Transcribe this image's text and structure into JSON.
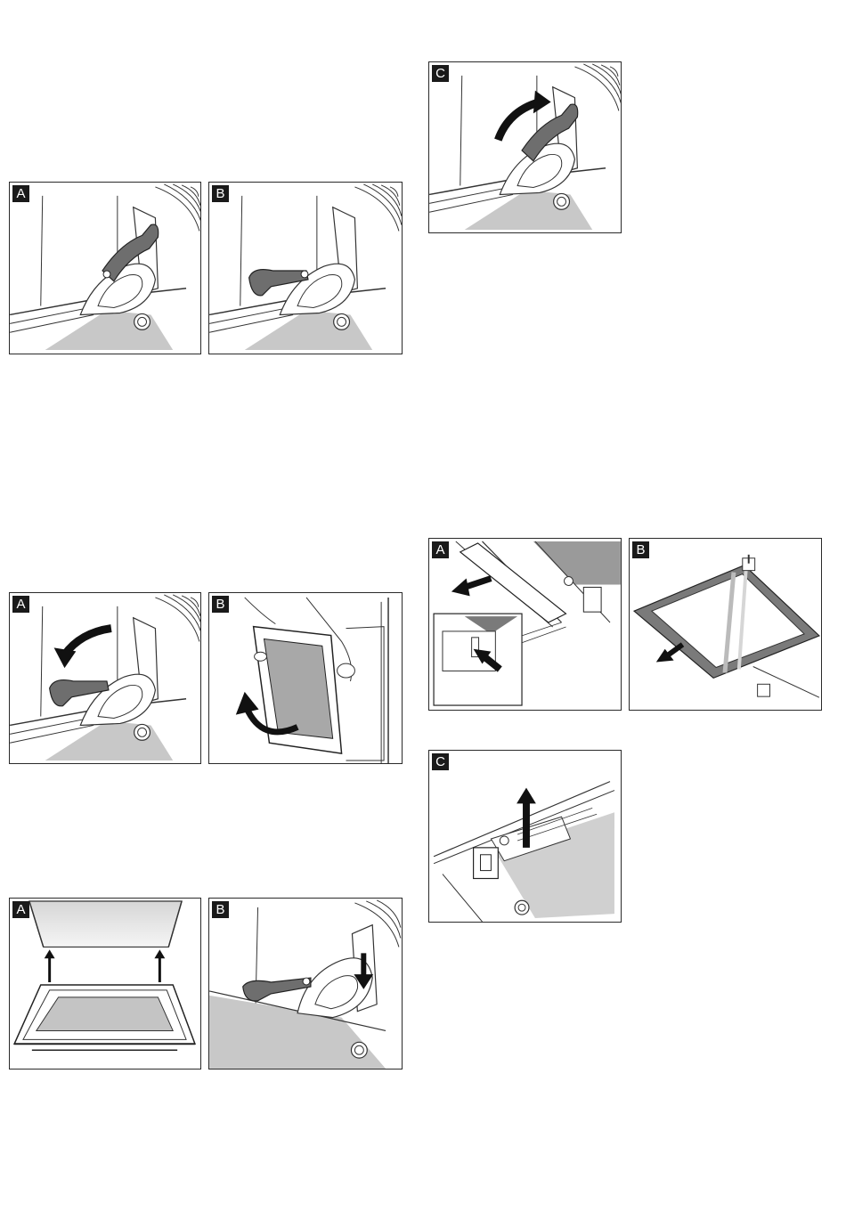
{
  "figures": [
    {
      "id": "fig1",
      "panels": [
        {
          "label": "A",
          "scene": "hinge-lever-up"
        },
        {
          "label": "B",
          "scene": "hinge-lever-down"
        }
      ]
    },
    {
      "id": "fig2",
      "panels": [
        {
          "label": "C",
          "scene": "hinge-lever-rotate-up"
        }
      ]
    },
    {
      "id": "fig3",
      "panels": [
        {
          "label": "A",
          "scene": "hinge-lever-rotate-down"
        },
        {
          "label": "B",
          "scene": "door-lift-off"
        }
      ]
    },
    {
      "id": "fig4",
      "panels": [
        {
          "label": "A",
          "scene": "door-reinsert"
        },
        {
          "label": "B",
          "scene": "hinge-insert"
        }
      ]
    },
    {
      "id": "fig5",
      "panels": [
        {
          "label": "A",
          "scene": "door-cover-release"
        },
        {
          "label": "B",
          "scene": "glass-pane-remove"
        }
      ]
    },
    {
      "id": "fig6",
      "panels": [
        {
          "label": "C",
          "scene": "clip-lift"
        }
      ]
    }
  ]
}
